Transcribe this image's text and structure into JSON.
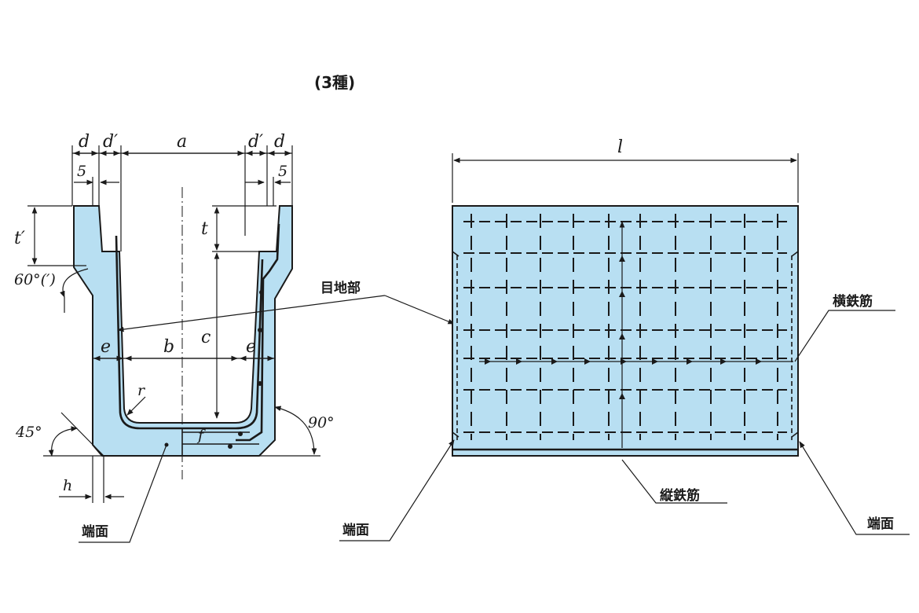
{
  "title": "(3種)",
  "colors": {
    "concrete_fill": "#b8dff2",
    "ink": "#1a1a1a",
    "background": "#ffffff"
  },
  "section_view": {
    "dim_d_left": "d",
    "dim_dprime_left": "d′",
    "dim_a": "a",
    "dim_dprime_right": "d′",
    "dim_d_right": "d",
    "dim_5_left": "5",
    "dim_5_right": "5",
    "dim_t_prime": "t′",
    "dim_t": "t",
    "dim_c": "c",
    "dim_b": "b",
    "dim_e_left": "e",
    "dim_e_right": "e",
    "dim_r": "r",
    "dim_f": "f",
    "dim_h": "h",
    "angle_60": "60°(′)",
    "angle_45": "45°",
    "angle_90": "90°",
    "label_end_face": "端面"
  },
  "side_view": {
    "dim_l": "l",
    "label_joint": "目地部",
    "label_transverse_rebar": "横鉄筋",
    "label_longitudinal_rebar": "縦鉄筋",
    "label_end_face_left": "端面",
    "label_end_face_right": "端面"
  }
}
